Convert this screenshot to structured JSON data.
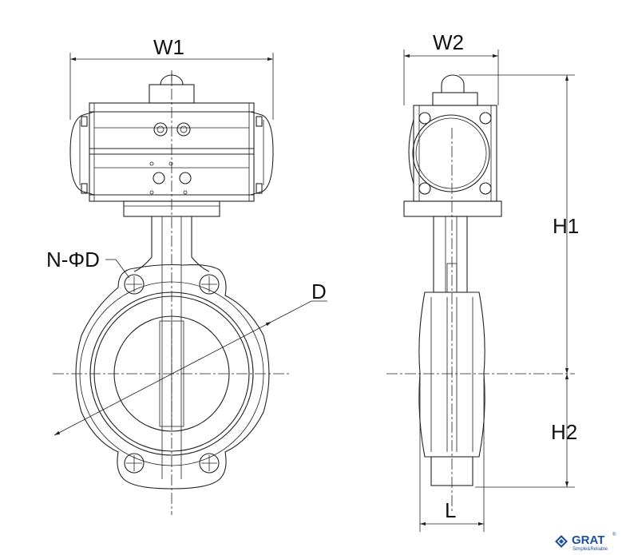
{
  "drawing": {
    "labels": {
      "w1": "W1",
      "w2": "W2",
      "h1": "H1",
      "h2": "H2",
      "l": "L",
      "d": "D",
      "nphid": "N-ΦD"
    }
  },
  "logo": {
    "name": "GRAT",
    "mark": "®",
    "tagline": "Simple&Reliable",
    "color": "#1f4e9c"
  }
}
